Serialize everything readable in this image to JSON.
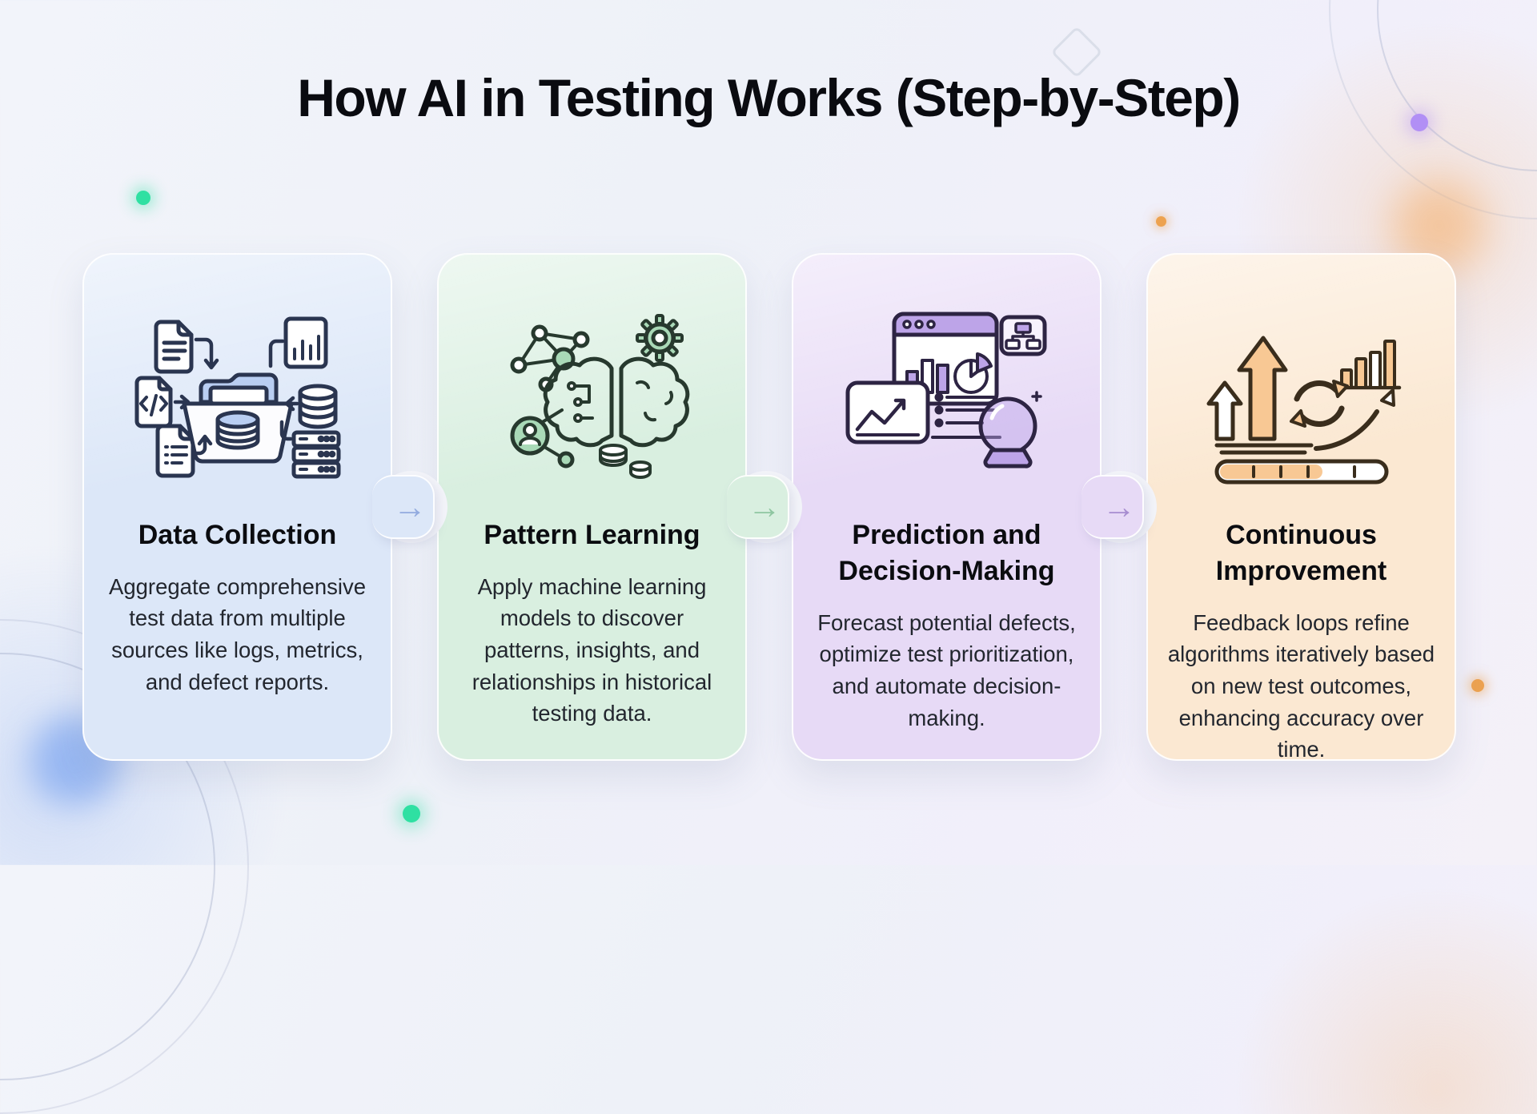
{
  "title": "How AI in Testing Works (Step-by-Step)",
  "title_color": "#0a0b10",
  "background_color": "#eff1f8",
  "steps": [
    {
      "id": "data-collection",
      "title": "Data Collection",
      "description": "Aggregate comprehensive test data from multiple sources like logs, metrics, and defect reports.",
      "icon": "data-sources-folder-icon",
      "card_color": "#dce7f8",
      "accent_color": "#b9cef2"
    },
    {
      "id": "pattern-learning",
      "title": "Pattern Learning",
      "description": "Apply machine learning models to discover patterns, insights, and relationships in historical testing data.",
      "icon": "brain-network-icon",
      "card_color": "#d9efe0",
      "accent_color": "#a9d9b7"
    },
    {
      "id": "prediction-decision-making",
      "title": "Prediction and Decision-Making",
      "description": "Forecast potential defects, optimize test prioritization, and automate decision-making.",
      "icon": "forecast-dashboard-crystal-ball-icon",
      "card_color": "#e7daf6",
      "accent_color": "#bda4e8"
    },
    {
      "id": "continuous-improvement",
      "title": "Continuous Improvement",
      "description": "Feedback loops refine algorithms iteratively based on new test outcomes, enhancing accuracy over time.",
      "icon": "growth-cycle-progress-icon",
      "card_color": "#fbe8d2",
      "accent_color": "#f8c894"
    }
  ],
  "connectors": [
    {
      "arrow": "→",
      "color": "#93abdf"
    },
    {
      "arrow": "→",
      "color": "#8fc6a1"
    },
    {
      "arrow": "→",
      "color": "#a78dd0"
    }
  ],
  "decorations": [
    {
      "name": "diamond-outline",
      "color": "#d7dbe7"
    },
    {
      "name": "green-glow-dot-top-left",
      "color": "#2fe0a2"
    },
    {
      "name": "purple-glow-dot-top-right",
      "color": "#b18ff5"
    },
    {
      "name": "orange-dot-upper",
      "color": "#eda24f"
    },
    {
      "name": "orange-glow-top-right",
      "color": "#f4b273"
    },
    {
      "name": "orange-dot-right-edge",
      "color": "#eda24f"
    },
    {
      "name": "green-glow-dot-bottom",
      "color": "#2fe0a2"
    },
    {
      "name": "blue-blob-bottom-left",
      "color": "#7fa7f0"
    },
    {
      "name": "corner-circle-arcs",
      "color": "#a4aeca"
    }
  ]
}
